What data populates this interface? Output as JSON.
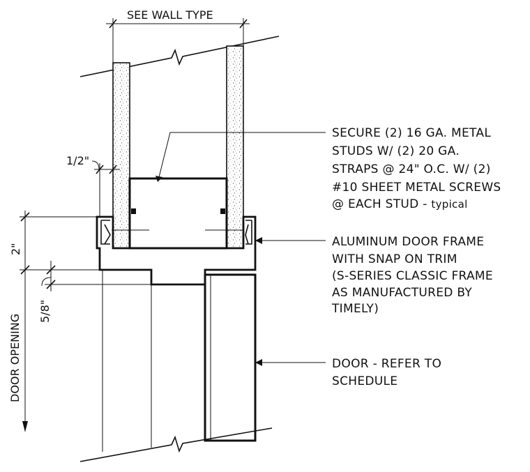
{
  "dimensions": {
    "wall_type": "SEE WALL TYPE",
    "half_inch": "1/2\"",
    "two_inch": "2\"",
    "five_eighths": "5/8\"",
    "door_opening": "DOOR OPENING"
  },
  "callouts": {
    "studs": [
      "SECURE  (2) 16 GA. METAL",
      "STUDS W/ (2) 20 GA.",
      "STRAPS @ 24\" O.C. W/ (2)",
      "#10 SHEET METAL SCREWS",
      "@ EACH STUD - "
    ],
    "studs_suffix": "typical",
    "frame": [
      "ALUMINUM DOOR FRAME",
      "WITH SNAP ON TRIM",
      "(S-SERIES CLASSIC FRAME",
      "AS MANUFACTURED BY",
      "TIMELY)"
    ],
    "door": [
      "DOOR - REFER TO",
      "SCHEDULE"
    ]
  }
}
